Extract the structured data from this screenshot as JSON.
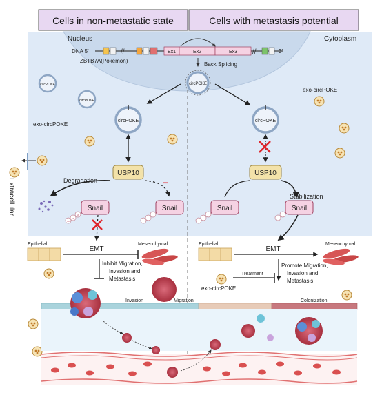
{
  "headers": {
    "left": "Cells in non-metastatic state",
    "right": "Cells with metastasis potential"
  },
  "compartments": {
    "nucleus": "Nucleus",
    "cytoplasm": "Cytoplasm",
    "extracellular": "Extracellular"
  },
  "gene": {
    "dna_label": "DNA 5'",
    "dna_end": "3'",
    "gene_name": "ZBTB7A(Pokemon)",
    "exons": [
      "Ex1",
      "Ex2",
      "Ex3"
    ],
    "process": "Back Splicing"
  },
  "molecules": {
    "circ": "circPOKE",
    "exo_circ": "exo-circPOKE",
    "usp10": "USP10",
    "snail": "Snail",
    "ub": "Ub"
  },
  "left_panel": {
    "degradation": "Degradation",
    "inhibit": "−",
    "emt": "EMT",
    "epithelial": "Epithelial",
    "mesenchymal": "Mesenchymal",
    "outcome": [
      "Inhibit Migration,",
      "Invasion and",
      "Metastasis"
    ],
    "invasion": "Invasion",
    "migration": "Migration"
  },
  "right_panel": {
    "stabilization": "Stabilization",
    "emt": "EMT",
    "epithelial": "Epithelial",
    "mesenchymal": "Mesenchymal",
    "outcome": [
      "Promote Migration,",
      "Invasion and",
      "Metastasis"
    ],
    "treatment": "Treatment",
    "colonization": "Colonization"
  },
  "colors": {
    "header_bg": "#e8d8f2",
    "cell_bg": "#dfeaf7",
    "nucleus_bg": "#c9d9ec",
    "usp10_bg": "#f3e2a9",
    "snail_bg": "#f5d2e3",
    "inhibit_red": "#e0242a",
    "tumor": "#b03a4a",
    "vessel": "#e07070"
  }
}
